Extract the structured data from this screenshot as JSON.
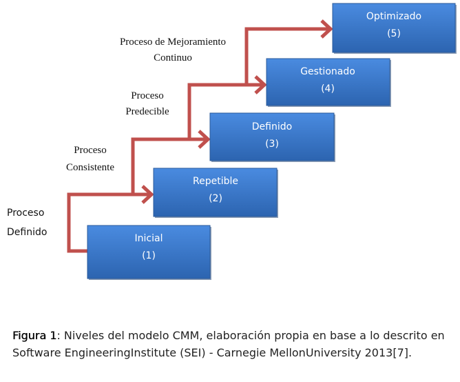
{
  "levels": [
    {
      "name": "Inicial",
      "num": "(1)"
    },
    {
      "name": "Repetible",
      "num": "(2)"
    },
    {
      "name": "Definido",
      "num": "(3)"
    },
    {
      "name": "Gestionado",
      "num": "(4)"
    },
    {
      "name": "Optimizado",
      "num": "(5)"
    }
  ],
  "processes": [
    {
      "line1": "Proceso",
      "line2": "Definido"
    },
    {
      "line1": "Proceso",
      "line2": "Consistente"
    },
    {
      "line1": "Proceso",
      "line2": "Predecible"
    },
    {
      "line1": "Proceso de Mejoramiento",
      "line2": "Continuo"
    }
  ],
  "caption": {
    "label": "Figura 1",
    "text": ": Niveles del modelo CMM, elaboración propia en base a lo descrito en Software EngineeringInstitute (SEI) - Carnegie MellonUniversity 2013[7]."
  },
  "colors": {
    "box": "#3f7fcf",
    "arrow": "#c0504d"
  }
}
